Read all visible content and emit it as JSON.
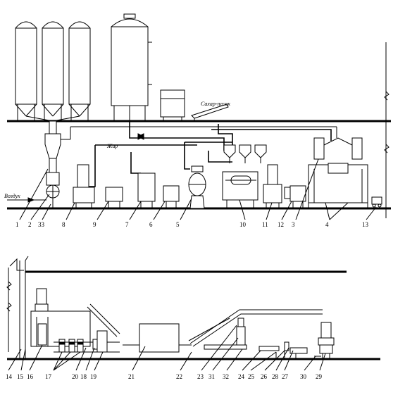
{
  "labels": {
    "sugar": "Сахар-песок",
    "fat": "Жир",
    "air": "Воздух"
  },
  "callouts": {
    "upper": [
      "1",
      "2",
      "33",
      "8",
      "9",
      "7",
      "6",
      "5",
      "10",
      "11",
      "12",
      "3",
      "4",
      "13"
    ],
    "lower": [
      "14",
      "15",
      "16",
      "17",
      "20",
      "18",
      "19",
      "21",
      "22",
      "23",
      "31",
      "32",
      "24",
      "25",
      "26",
      "28",
      "27",
      "30",
      "29"
    ]
  }
}
